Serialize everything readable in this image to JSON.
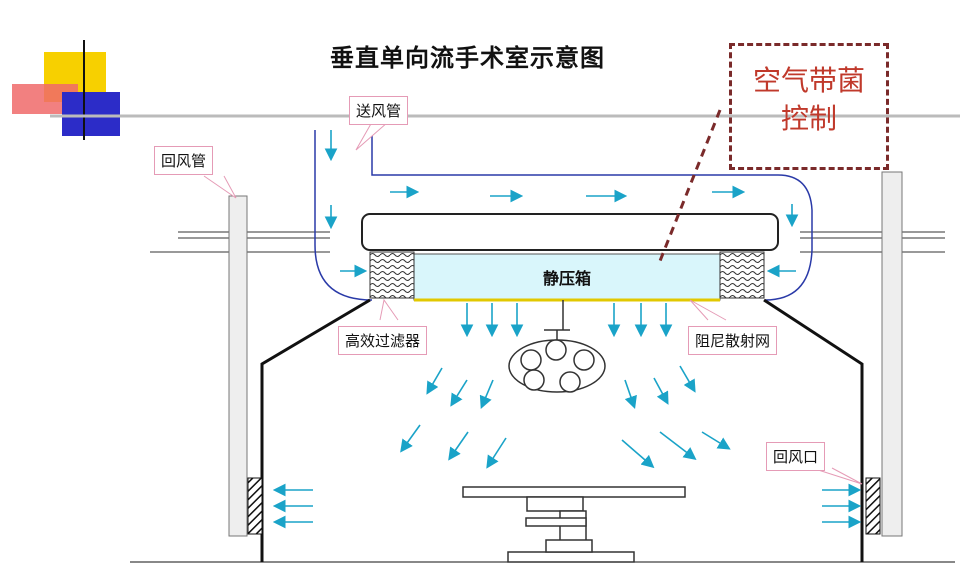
{
  "title": "垂直单向流手术室示意图",
  "labels": {
    "supply_duct": "送风管",
    "return_duct": "回风管",
    "static_box": "静压箱",
    "hepa_filter": "高效过滤器",
    "diffuser": "阻尼散射网",
    "return_vent": "回风口"
  },
  "highlight": {
    "line1": "空气带菌",
    "line2": "控制"
  },
  "colors": {
    "arrow": "#1aa3c8",
    "duct_outline": "#2a3aa8",
    "static_box_fill": "#d9f6fb",
    "highlight_text": "#c0392b",
    "highlight_border": "#7a2a2a",
    "callout_border": "#e59bb6"
  }
}
